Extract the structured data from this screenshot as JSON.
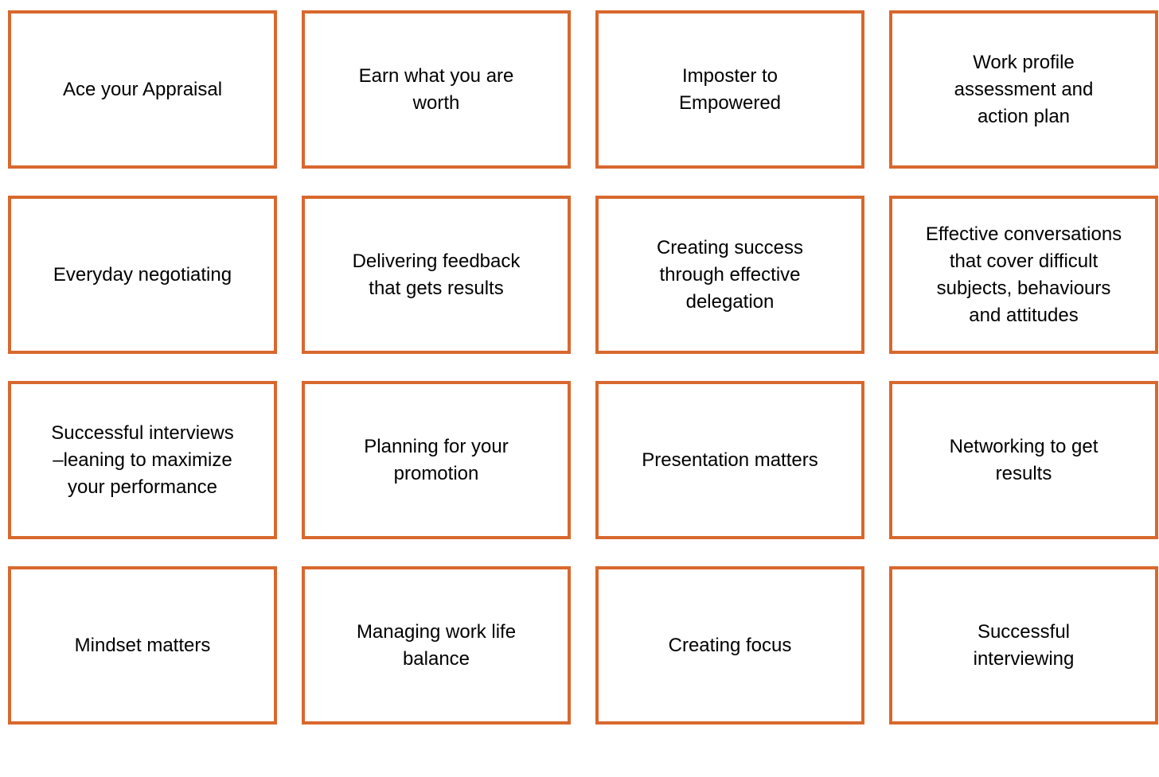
{
  "page": {
    "background_color": "#ffffff",
    "card_border_color": "#D8682E",
    "card_text_color": "#000000"
  },
  "grid": {
    "rows": 4,
    "columns": 4,
    "cells": [
      {
        "label": "Ace your Appraisal"
      },
      {
        "label": "Earn what you are\nworth"
      },
      {
        "label": "Imposter to\nEmpowered"
      },
      {
        "label": "Work profile\nassessment and\naction plan"
      },
      {
        "label": "Everyday negotiating"
      },
      {
        "label": "Delivering feedback\nthat gets results"
      },
      {
        "label": "Creating success\nthrough effective\ndelegation"
      },
      {
        "label": "Effective conversations\nthat cover difficult\nsubjects, behaviours\nand attitudes"
      },
      {
        "label": "Successful interviews\n–leaning to maximize\nyour performance"
      },
      {
        "label": "Planning for your\npromotion"
      },
      {
        "label": "Presentation matters"
      },
      {
        "label": "Networking to get\nresults"
      },
      {
        "label": "Mindset matters"
      },
      {
        "label": "Managing work life\nbalance"
      },
      {
        "label": "Creating focus"
      },
      {
        "label": "Successful\ninterviewing"
      }
    ]
  }
}
